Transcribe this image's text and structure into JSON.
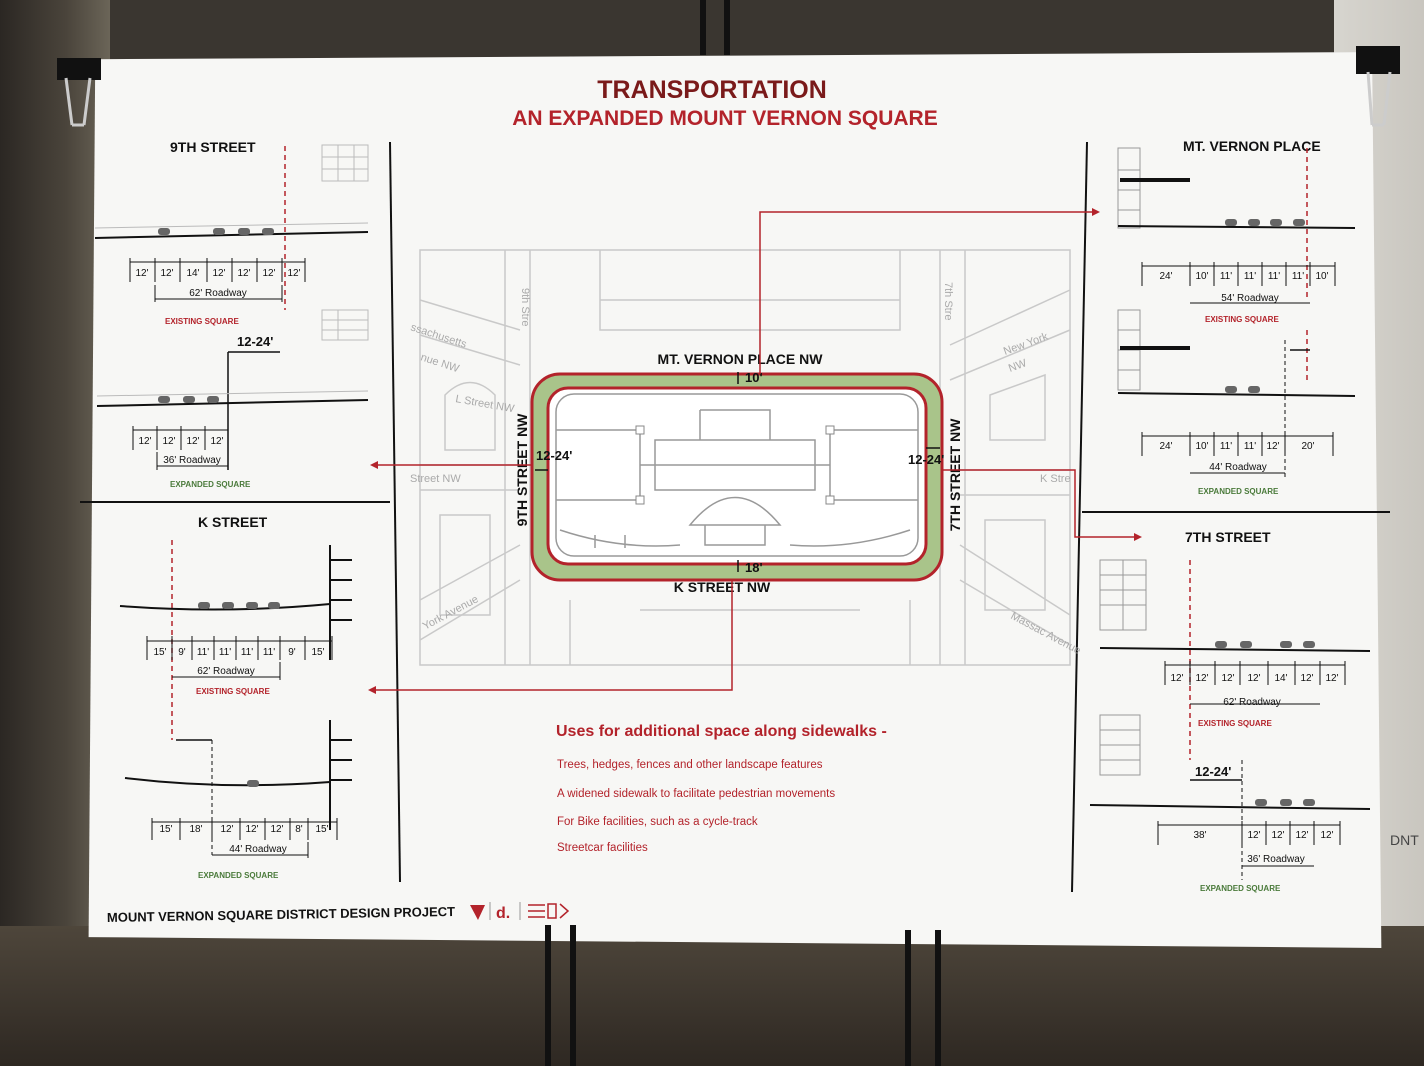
{
  "poster": {
    "title": "TRANSPORTATION",
    "subtitle": "AN EXPANDED MOUNT VERNON SQUARE",
    "footer": "MOUNT VERNON SQUARE DISTRICT DESIGN PROJECT",
    "logos": [
      "d."
    ]
  },
  "center_map": {
    "north_label": "MT. VERNON PLACE NW",
    "south_label": "K STREET NW",
    "west_label": "9TH STREET NW",
    "east_label": "7TH STREET NW",
    "north_dim": "10'",
    "south_dim": "18'",
    "west_dim": "12-24'",
    "east_dim": "12-24'",
    "street_labels": [
      "9th Stre",
      "7th Stre",
      "ssachusetts",
      "nue NW",
      "L Street NW",
      "Street NW",
      "New York",
      "NW",
      "K Stre",
      "York Avenue",
      "Massac Avenue"
    ]
  },
  "notes": {
    "heading": "Uses for additional space along sidewalks -",
    "items": [
      "Trees, hedges, fences and other landscape features",
      "A widened sidewalk to facilitate pedestrian movements",
      "For Bike facilities, such as a cycle-track",
      "Streetcar facilities"
    ]
  },
  "sections": {
    "ninth": {
      "title": "9TH STREET",
      "existing": {
        "dims": [
          "12'",
          "12'",
          "14'",
          "12'",
          "12'",
          "12'",
          "12'"
        ],
        "roadway": "62' Roadway",
        "label": "EXISTING SQUARE"
      },
      "expanded": {
        "offset": "12-24'",
        "dims": [
          "12'",
          "12'",
          "12'",
          "12'"
        ],
        "roadway": "36' Roadway",
        "label": "EXPANDED SQUARE"
      }
    },
    "k": {
      "title": "K STREET",
      "existing": {
        "dims": [
          "15'",
          "9'",
          "11'",
          "11'",
          "11'",
          "11'",
          "9'",
          "15'"
        ],
        "roadway": "62' Roadway",
        "label": "EXISTING SQUARE"
      },
      "expanded": {
        "dims": [
          "15'",
          "18'",
          "12'",
          "12'",
          "12'",
          "8'",
          "15'"
        ],
        "roadway": "44' Roadway",
        "label": "EXPANDED SQUARE"
      }
    },
    "mtvernon": {
      "title": "MT. VERNON PLACE",
      "existing": {
        "dims": [
          "24'",
          "10'",
          "11'",
          "11'",
          "11'",
          "11'",
          "10'"
        ],
        "roadway": "54' Roadway",
        "label": "EXISTING SQUARE"
      },
      "expanded": {
        "dims": [
          "24'",
          "10'",
          "11'",
          "11'",
          "12'",
          "20'"
        ],
        "roadway": "44' Roadway",
        "label": "EXPANDED SQUARE"
      }
    },
    "seventh": {
      "title": "7TH STREET",
      "existing": {
        "dims": [
          "12'",
          "12'",
          "12'",
          "12'",
          "14'",
          "12'",
          "12'"
        ],
        "roadway": "62' Roadway",
        "label": "EXISTING SQUARE"
      },
      "expanded": {
        "offset": "12-24'",
        "dims": [
          "38'",
          "12'",
          "12'",
          "12'",
          "12'"
        ],
        "roadway": "36' Roadway",
        "label": "EXPANDED SQUARE"
      }
    }
  },
  "next_poster_partial": "DNT",
  "colors": {
    "accent_red": "#b3232b",
    "dark_red": "#7a1a1a",
    "green": "#4a7a3a",
    "ring_fill": "#a9c48a"
  }
}
